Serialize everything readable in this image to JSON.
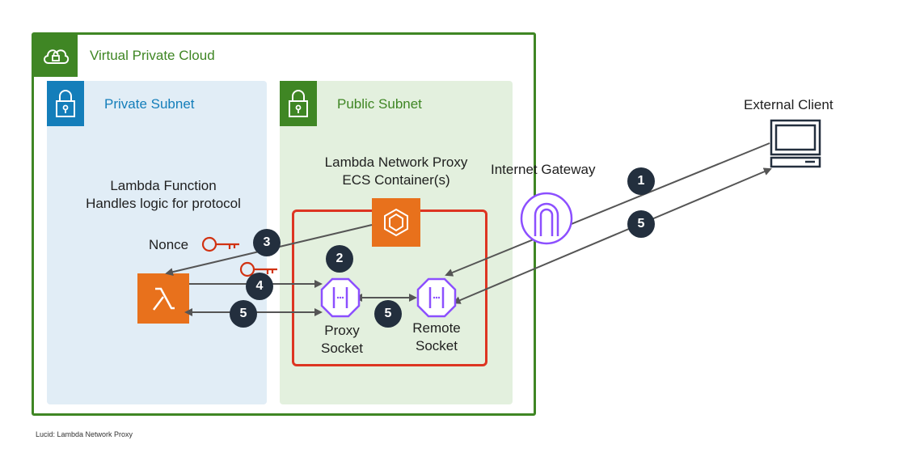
{
  "vpc": {
    "title": "Virtual Private Cloud"
  },
  "private_subnet": {
    "title": "Private Subnet"
  },
  "public_subnet": {
    "title": "Public Subnet"
  },
  "lambda": {
    "line1": "Lambda Function",
    "line2": "Handles logic for protocol"
  },
  "proxy": {
    "line1": "Lambda Network Proxy",
    "line2": "ECS Container(s)"
  },
  "gateway": {
    "label": "Internet Gateway"
  },
  "client": {
    "label": "External Client"
  },
  "nonce": {
    "label": "Nonce"
  },
  "proxy_socket": {
    "line1": "Proxy",
    "line2": "Socket"
  },
  "remote_socket": {
    "line1": "Remote",
    "line2": "Socket"
  },
  "steps": {
    "s1": "1",
    "s2": "2",
    "s3": "3",
    "s4": "4",
    "s5a": "5",
    "s5b": "5",
    "s5c": "5"
  },
  "footer": {
    "text": "Lucid: Lambda Network Proxy"
  },
  "colors": {
    "vpc_green": "#3f8624",
    "private_blue": "#147eba",
    "lambda_orange": "#e8711c",
    "container_red": "#dd3522",
    "gateway_purple": "#8c4fff",
    "key_red": "#d13212"
  }
}
